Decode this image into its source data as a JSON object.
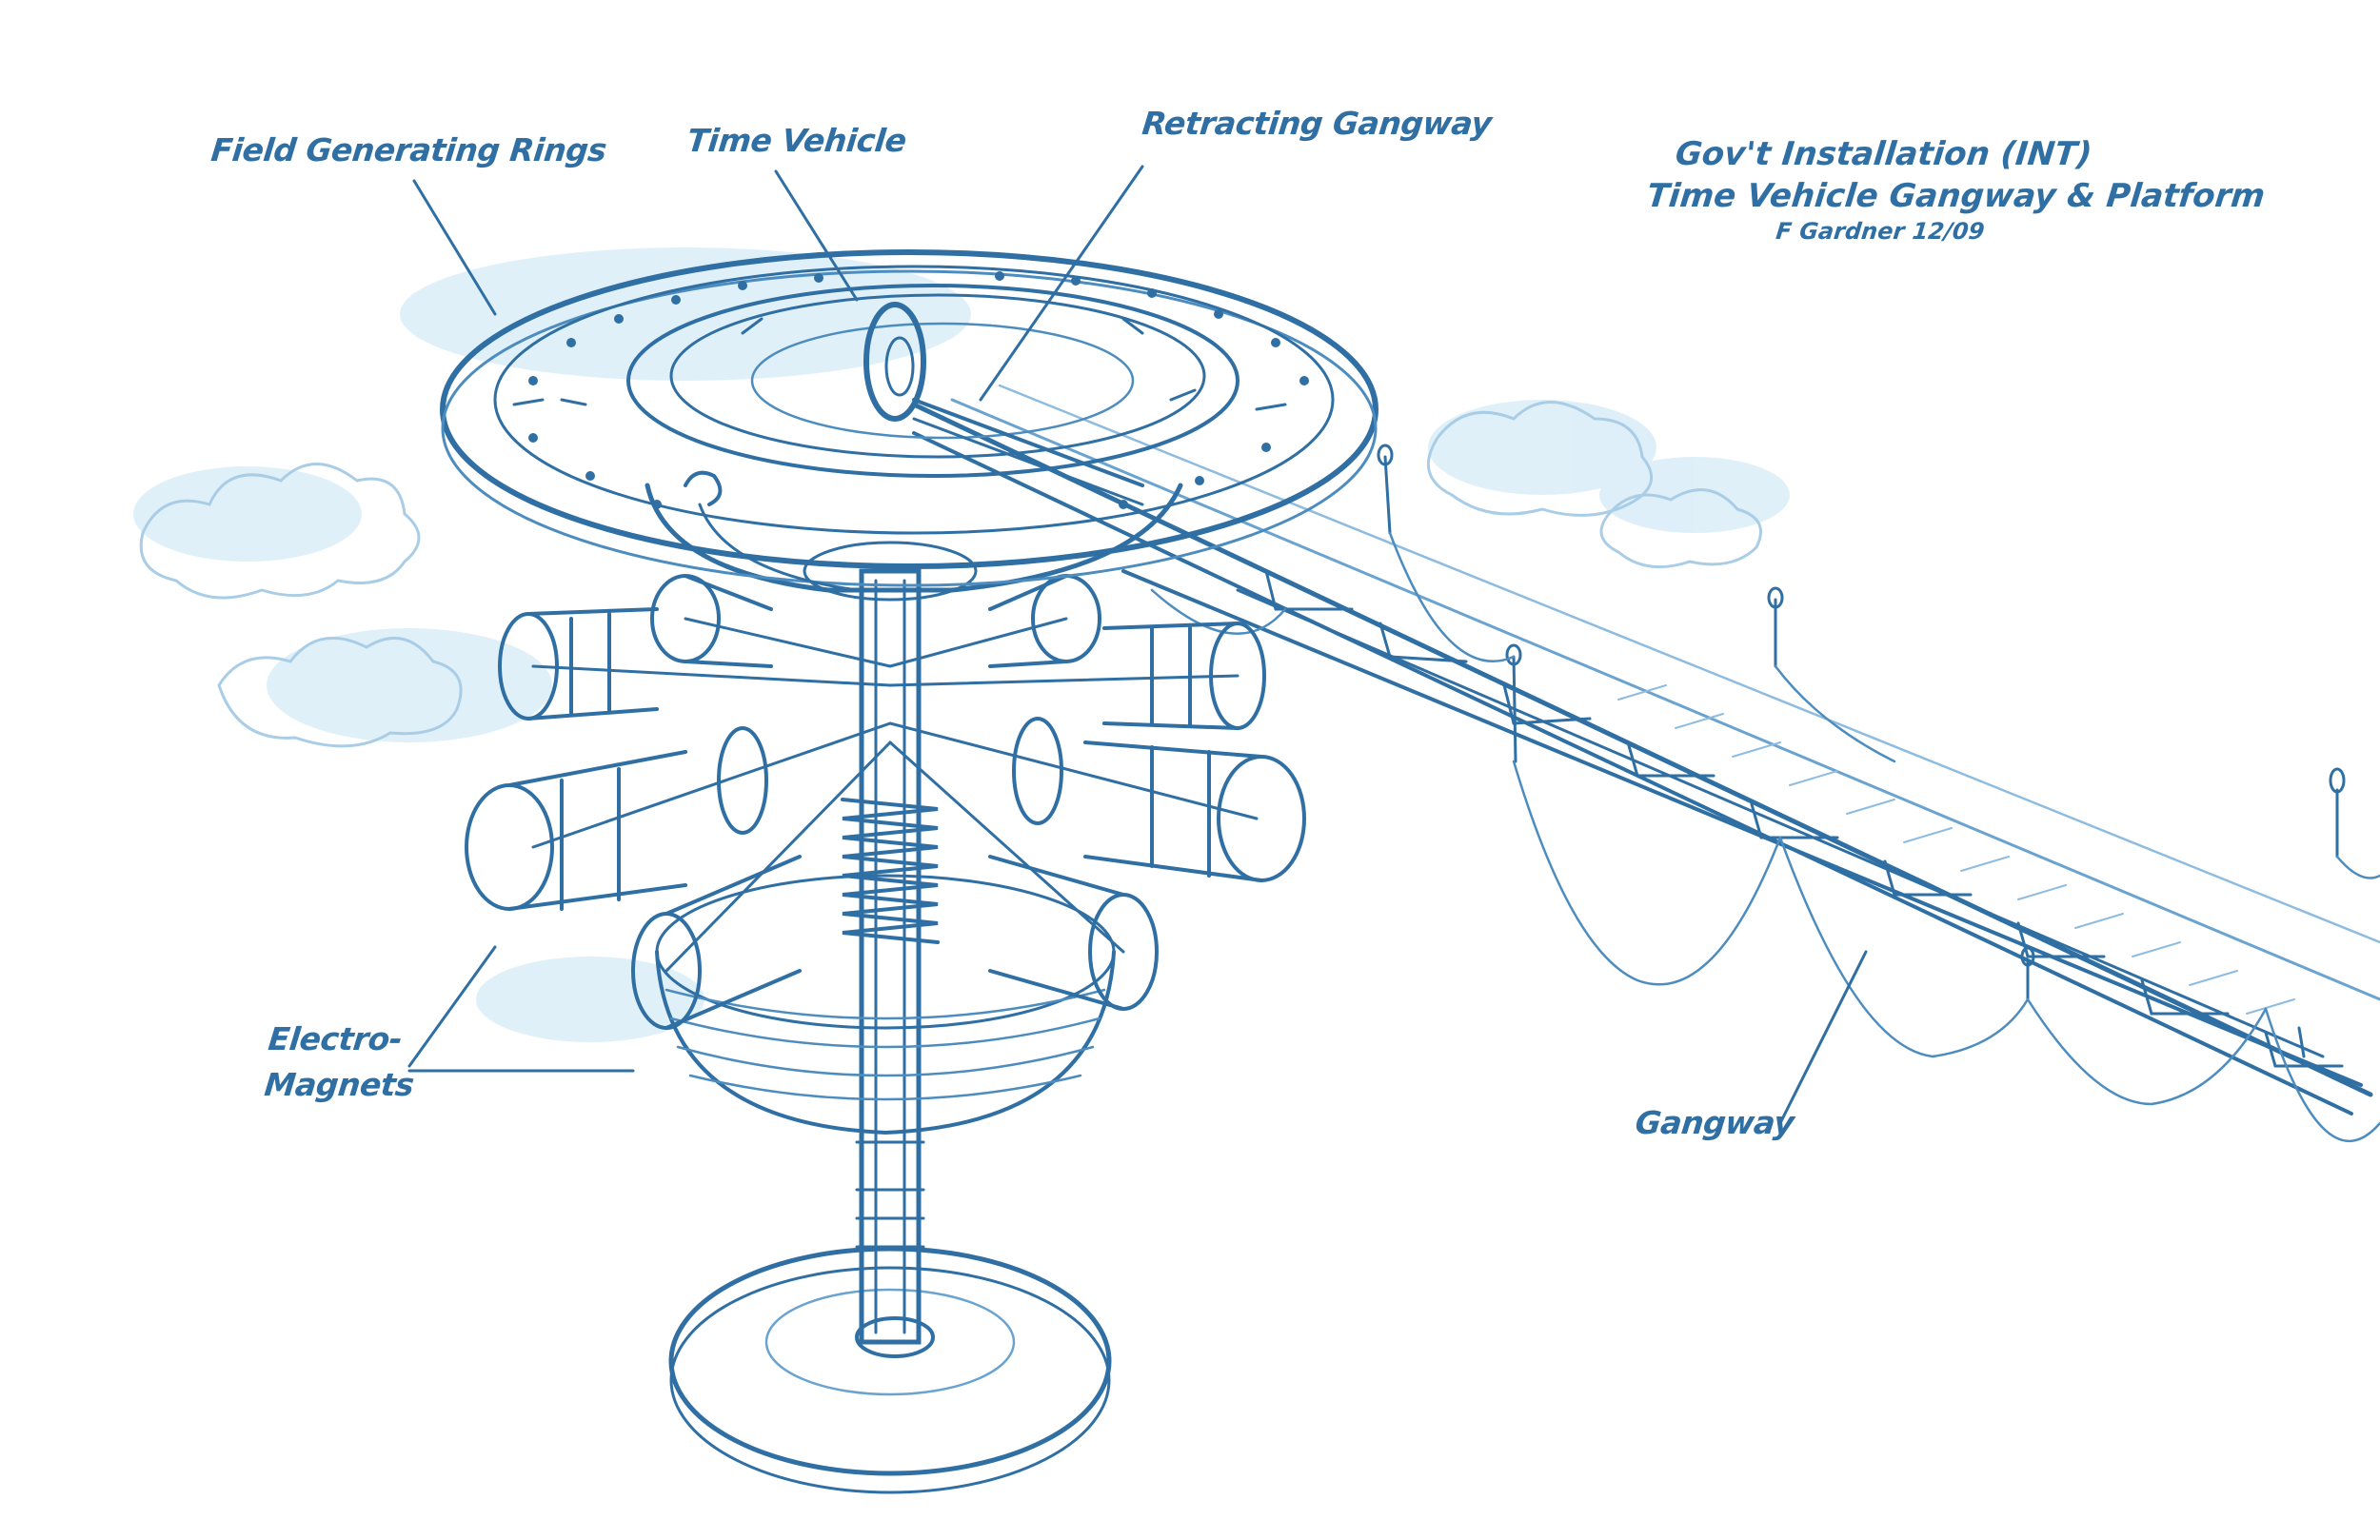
{
  "title_block": {
    "line1": "Gov't Installation (INT)",
    "line2": "Time Vehicle Gangway & Platform",
    "credit": "F Gardner 12/09"
  },
  "labels": {
    "field_generating_rings": "Field Generating Rings",
    "time_vehicle": "Time Vehicle",
    "retracting_gangway": "Retracting Gangway",
    "electro": "Electro-",
    "magnets": "Magnets",
    "gangway": "Gangway"
  },
  "colors": {
    "ink": "#2f6fa3",
    "ink_light": "#6aa3cf",
    "wash": "#cfe6f5",
    "paper": "#ffffff"
  }
}
